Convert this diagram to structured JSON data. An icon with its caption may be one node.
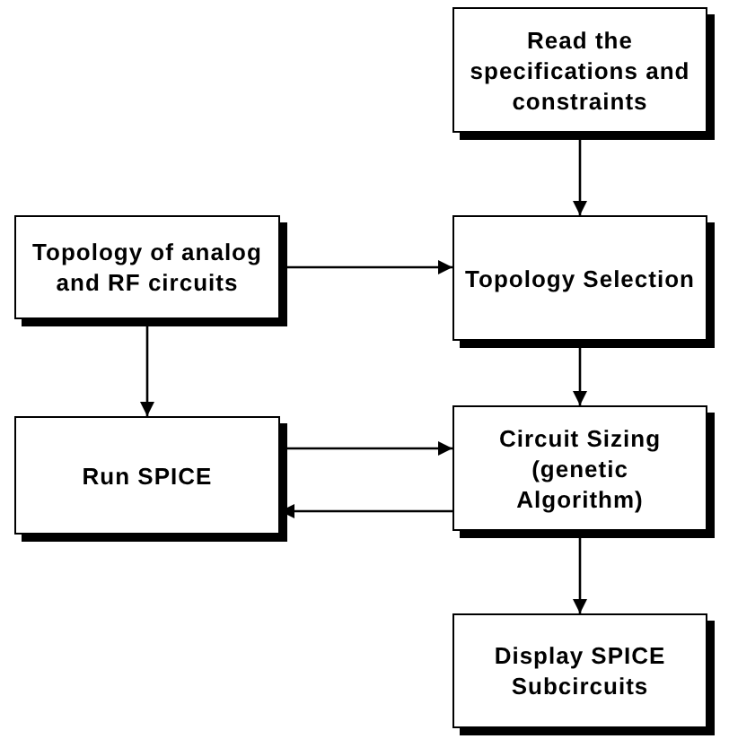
{
  "diagram": {
    "nodes": [
      {
        "text": [
          "Read the specifications and constraints"
        ]
      },
      {
        "text": [
          "Topology of analog and RF circuits"
        ]
      },
      {
        "text": [
          "Topology Selection"
        ]
      },
      {
        "text": [
          "Run SPICE"
        ]
      },
      {
        "text": [
          "Circuit Sizing (genetic Algorithm)"
        ]
      },
      {
        "text": [
          "Display SPICE Subcircuits"
        ]
      }
    ],
    "edges": [
      {
        "from": 0,
        "to": 2,
        "arrow": "to"
      },
      {
        "from": 1,
        "to": 2,
        "arrow": "to"
      },
      {
        "from": 1,
        "to": 3,
        "arrow": "to"
      },
      {
        "from": 2,
        "to": 4,
        "arrow": "to"
      },
      {
        "from": 3,
        "to": 4,
        "arrow": "to"
      },
      {
        "from": 4,
        "to": 3,
        "arrow": "to"
      },
      {
        "from": 4,
        "to": 5,
        "arrow": "to"
      }
    ]
  }
}
